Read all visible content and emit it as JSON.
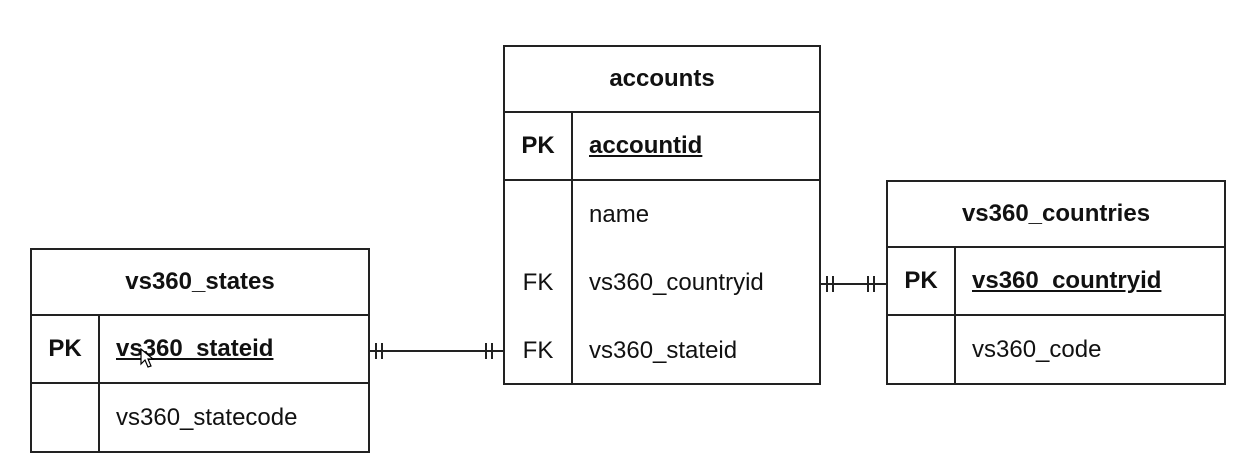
{
  "entities": {
    "accounts": {
      "title": "accounts",
      "pk_label": "PK",
      "pk_field": "accountid",
      "attrs": [
        {
          "key": "",
          "field": "name"
        },
        {
          "key": "FK",
          "field": "vs360_countryid"
        },
        {
          "key": "FK",
          "field": "vs360_stateid"
        }
      ]
    },
    "states": {
      "title": "vs360_states",
      "pk_label": "PK",
      "pk_field": "vs360_stateid",
      "attrs": [
        {
          "key": "",
          "field": "vs360_statecode"
        }
      ]
    },
    "countries": {
      "title": "vs360_countries",
      "pk_label": "PK",
      "pk_field": "vs360_countryid",
      "attrs": [
        {
          "key": "",
          "field": "vs360_code"
        }
      ]
    }
  },
  "relationships": [
    {
      "from": "vs360_states.vs360_stateid",
      "to": "accounts.vs360_stateid",
      "cardinality": "one-to-one"
    },
    {
      "from": "accounts.vs360_countryid",
      "to": "vs360_countries.vs360_countryid",
      "cardinality": "one-to-one"
    }
  ]
}
